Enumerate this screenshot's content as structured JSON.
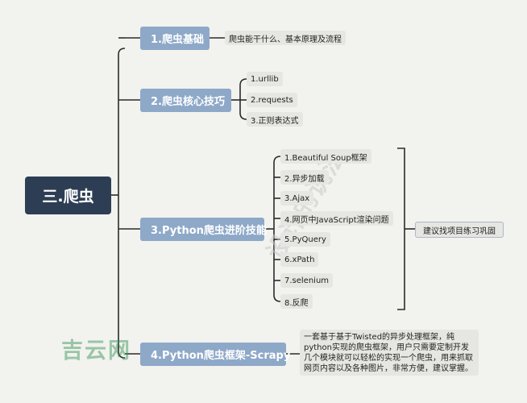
{
  "root": {
    "label": "三.爬虫"
  },
  "branches": [
    {
      "label": "1.爬虫基础",
      "leaves": [
        "爬虫能干什么、基本原理及流程"
      ]
    },
    {
      "label": "2.爬虫核心技巧",
      "leaves": [
        "1.urllib",
        "2.requests",
        "3.正则表达式"
      ]
    },
    {
      "label": "3.Python爬虫进阶技能",
      "leaves": [
        "1.Beautiful Soup框架",
        "2.异步加载",
        "3.Ajax",
        "4.网页中JavaScript渲染问题",
        "5.PyQuery",
        "6.xPath",
        "7.selenium",
        "8.反爬"
      ]
    },
    {
      "label": "4.Python爬虫框架-Scrapy",
      "leaves": []
    }
  ],
  "advanced_note": "建议找项目练习巩固",
  "scrapy_description": "一套基于基于Twisted的异步处理框架，纯python实现的爬虫框架，用户只需要定制开发几个模块就可以轻松的实现一个爬虫，用来抓取网页内容以及各种图片，非常方便，建议掌握。",
  "watermarks": {
    "logo": "吉云网",
    "diagonal": "设计的说法"
  },
  "colors": {
    "root": "#2d3e54",
    "branch": "#8ea8c8",
    "leaf": "#e6e6e2",
    "line": "#2b2b2b"
  }
}
